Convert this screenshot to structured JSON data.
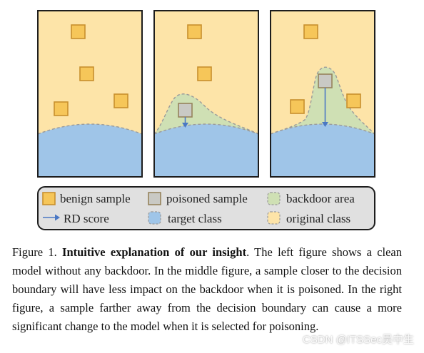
{
  "colors": {
    "original_class": "#fde4a8",
    "target_class": "#9fc5e8",
    "backdoor_area": "#cfe0b4",
    "benign_fill": "#f6c659",
    "benign_stroke": "#c8902d",
    "poisoned_fill": "#c9c9c4",
    "poisoned_stroke": "#96835c",
    "arrow": "#4a78c4",
    "panel_border": "#1d1d1d"
  },
  "legend": {
    "benign_label": "benign sample",
    "poisoned_label": "poisoned sample",
    "backdoor_label": "backdoor area",
    "rd_label": "RD score",
    "target_label": "target class",
    "original_label": "original class"
  },
  "caption": {
    "prefix": "Figure 1. ",
    "bold": "Intuitive explanation of our insight",
    "body": ". The left figure shows a clean model without any backdoor. In the middle figure, a sample closer to the decision boundary will have less impact on the backdoor when it is poisoned. In the right figure, a sample farther away from the decision boundary can cause a more significant change to the model when it is selected for poisoning."
  },
  "watermark": "CSDN @ITSSec吴中生"
}
